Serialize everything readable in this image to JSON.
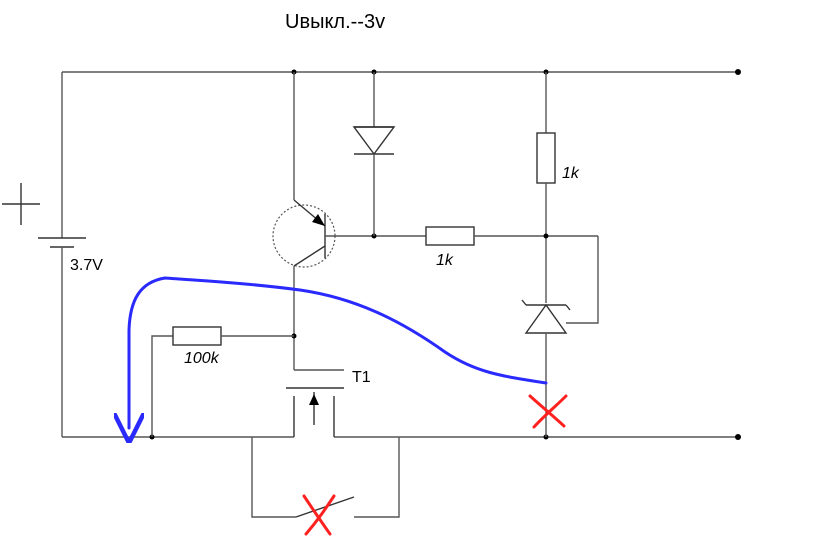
{
  "title": "Uвыкл.--3v",
  "labels": {
    "battery_voltage": "3.7V",
    "r_top": "1k",
    "r_mid": "1k",
    "r_bias": "100k",
    "mosfet": "T1"
  },
  "colors": {
    "wire": "#555555",
    "annotation_arrow": "#2a2aff",
    "cross_mark": "#ff2020"
  }
}
